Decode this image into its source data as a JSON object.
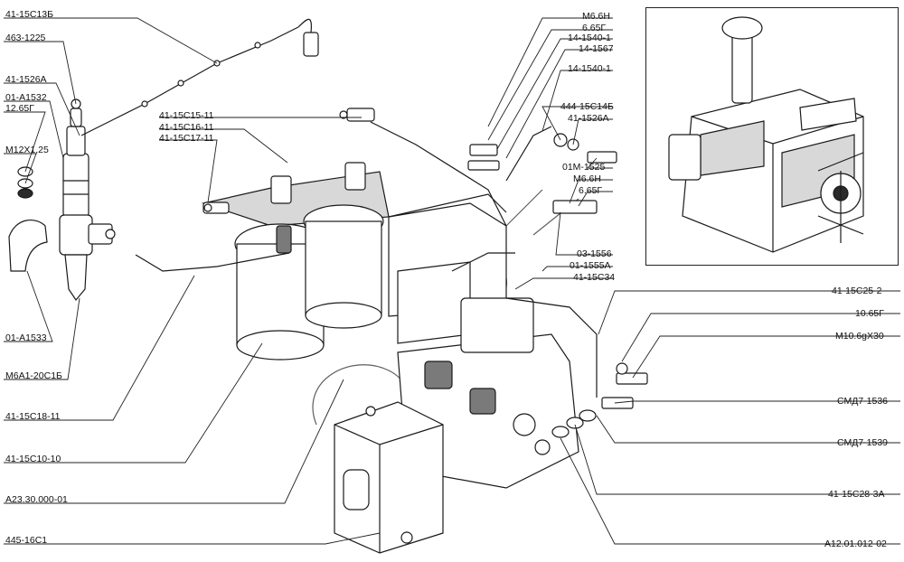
{
  "diagram": {
    "labels": {
      "l_41_15c13b": "41-15С13Б",
      "l_463_1225": "463-1225",
      "l_41_1526a_left": "41-1526А",
      "l_01_a1532": "01-А1532",
      "l_12_65g": "12.65Г",
      "l_m12x125": "М12Х1,25",
      "l_01_a1533": "01-А1533",
      "l_m6a1_20c1b": "М6А1-20С1Б",
      "l_41_15c18_11": "41-15С18-11",
      "l_41_15c10_10": "41-15С10-10",
      "l_a23_30_000_01": "А23.30.000-01",
      "l_445_16c1": "445-16С1",
      "l_41_15c15_11": "41-15С15-11",
      "l_41_15c16_11": "41-15С16-11",
      "l_41_15c17_11": "41-15С17-11",
      "l_m6_6n_top": "М6.6Н",
      "l_6_65g_top": "6.65Г",
      "l_14_1540_1_a": "14-1540-1",
      "l_14_1567": "14-1567",
      "l_14_1540_1_b": "14-1540-1",
      "l_444_15c14b": "444-15С14Б",
      "l_41_1526a_right": "41-1526А",
      "l_01m_1525": "01М-1525",
      "l_m6_6n_mid": "М6.6Н",
      "l_6_65g_mid": "6.65Г",
      "l_03_1556": "03-1556",
      "l_01_1555a": "01-1555А",
      "l_41_15c34": "41-15С34",
      "l_41_15c25_2": "41-15С25-2",
      "l_10_65g": "10.65Г",
      "l_m10_6gx30": "М10.6gХ30",
      "l_smd7_1536": "СМД7-1536",
      "l_smd7_1539": "СМД7-1539",
      "l_41_15c28_3a": "41-15С28-3А",
      "l_a12_01_012_02": "А12.01.012-02"
    }
  }
}
